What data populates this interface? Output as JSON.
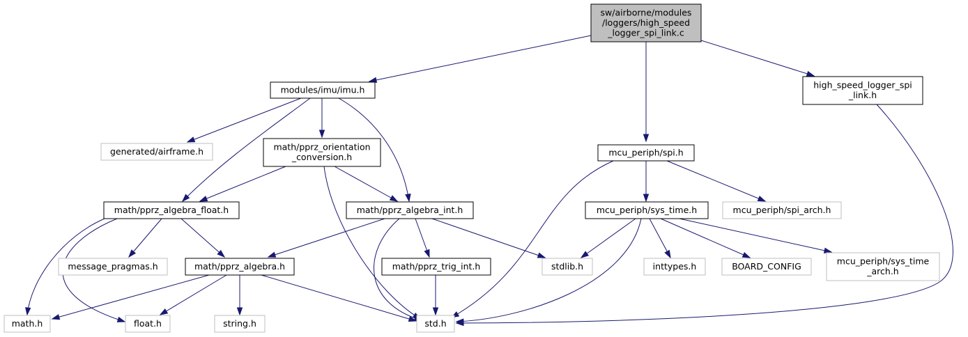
{
  "colors": {
    "edge": "#191970",
    "root_fill": "#bfbfbf",
    "root_stroke": "#000000",
    "local_stroke": "#000000",
    "external_stroke": "#bfbfbf",
    "node_fill": "#ffffff"
  },
  "nodes": [
    {
      "id": "root",
      "name": "node-root-high-speed-logger-spi-link-c",
      "kind": "root",
      "lines": [
        "sw/airborne/modules",
        "/loggers/high_speed",
        "_logger_spi_link.c"
      ]
    },
    {
      "id": "imu",
      "name": "node-modules-imu-imu-h",
      "kind": "local",
      "lines": [
        "modules/imu/imu.h"
      ]
    },
    {
      "id": "spi",
      "name": "node-mcu-periph-spi-h",
      "kind": "local",
      "lines": [
        "mcu_periph/spi.h"
      ]
    },
    {
      "id": "hsl",
      "name": "node-high-speed-logger-spi-link-h",
      "kind": "local",
      "lines": [
        "high_speed_logger_spi",
        "_link.h"
      ]
    },
    {
      "id": "airframe",
      "name": "node-generated-airframe-h",
      "kind": "external",
      "lines": [
        "generated/airframe.h"
      ]
    },
    {
      "id": "orient",
      "name": "node-math-pprz-orientation-conversion-h",
      "kind": "local",
      "lines": [
        "math/pprz_orientation",
        "_conversion.h"
      ]
    },
    {
      "id": "algfloat",
      "name": "node-math-pprz-algebra-float-h",
      "kind": "local",
      "lines": [
        "math/pprz_algebra_float.h"
      ]
    },
    {
      "id": "algint",
      "name": "node-math-pprz-algebra-int-h",
      "kind": "local",
      "lines": [
        "math/pprz_algebra_int.h"
      ]
    },
    {
      "id": "systime",
      "name": "node-mcu-periph-sys-time-h",
      "kind": "local",
      "lines": [
        "mcu_periph/sys_time.h"
      ]
    },
    {
      "id": "spiarch",
      "name": "node-mcu-periph-spi-arch-h",
      "kind": "external",
      "lines": [
        "mcu_periph/spi_arch.h"
      ]
    },
    {
      "id": "msgprag",
      "name": "node-message-pragmas-h",
      "kind": "external",
      "lines": [
        "message_pragmas.h"
      ]
    },
    {
      "id": "alg",
      "name": "node-math-pprz-algebra-h",
      "kind": "local",
      "lines": [
        "math/pprz_algebra.h"
      ]
    },
    {
      "id": "trig",
      "name": "node-math-pprz-trig-int-h",
      "kind": "local",
      "lines": [
        "math/pprz_trig_int.h"
      ]
    },
    {
      "id": "stdlib",
      "name": "node-stdlib-h",
      "kind": "external",
      "lines": [
        "stdlib.h"
      ]
    },
    {
      "id": "inttypes",
      "name": "node-inttypes-h",
      "kind": "external",
      "lines": [
        "inttypes.h"
      ]
    },
    {
      "id": "board",
      "name": "node-board-config",
      "kind": "external",
      "lines": [
        "BOARD_CONFIG"
      ]
    },
    {
      "id": "systimearch",
      "name": "node-mcu-periph-sys-time-arch-h",
      "kind": "external",
      "lines": [
        "mcu_periph/sys_time",
        "_arch.h"
      ]
    },
    {
      "id": "math",
      "name": "node-math-h",
      "kind": "external",
      "lines": [
        "math.h"
      ]
    },
    {
      "id": "float",
      "name": "node-float-h",
      "kind": "external",
      "lines": [
        "float.h"
      ]
    },
    {
      "id": "string",
      "name": "node-string-h",
      "kind": "external",
      "lines": [
        "string.h"
      ]
    },
    {
      "id": "std",
      "name": "node-std-h",
      "kind": "external",
      "lines": [
        "std.h"
      ]
    }
  ],
  "edges": [
    {
      "id": "root-imu",
      "from": "root",
      "to": "imu"
    },
    {
      "id": "root-spi",
      "from": "root",
      "to": "spi"
    },
    {
      "id": "root-hsl",
      "from": "root",
      "to": "hsl"
    },
    {
      "id": "imu-airframe",
      "from": "imu",
      "to": "airframe"
    },
    {
      "id": "imu-algfloat",
      "from": "imu",
      "to": "algfloat"
    },
    {
      "id": "imu-orient",
      "from": "imu",
      "to": "orient"
    },
    {
      "id": "imu-algint",
      "from": "imu",
      "to": "algint"
    },
    {
      "id": "orient-algfloat",
      "from": "orient",
      "to": "algfloat"
    },
    {
      "id": "orient-algint",
      "from": "orient",
      "to": "algint"
    },
    {
      "id": "orient-std",
      "from": "orient",
      "to": "std"
    },
    {
      "id": "algfloat-math",
      "from": "algfloat",
      "to": "math"
    },
    {
      "id": "algfloat-float",
      "from": "algfloat",
      "to": "float"
    },
    {
      "id": "algfloat-msgprag",
      "from": "algfloat",
      "to": "msgprag"
    },
    {
      "id": "algfloat-alg",
      "from": "algfloat",
      "to": "alg"
    },
    {
      "id": "algint-alg",
      "from": "algint",
      "to": "alg"
    },
    {
      "id": "algint-std",
      "from": "algint",
      "to": "std"
    },
    {
      "id": "algint-trig",
      "from": "algint",
      "to": "trig"
    },
    {
      "id": "algint-stdlib",
      "from": "algint",
      "to": "stdlib"
    },
    {
      "id": "alg-math",
      "from": "alg",
      "to": "math"
    },
    {
      "id": "alg-float",
      "from": "alg",
      "to": "float"
    },
    {
      "id": "alg-string",
      "from": "alg",
      "to": "string"
    },
    {
      "id": "alg-std",
      "from": "alg",
      "to": "std"
    },
    {
      "id": "trig-std",
      "from": "trig",
      "to": "std"
    },
    {
      "id": "spi-std",
      "from": "spi",
      "to": "std"
    },
    {
      "id": "spi-systime",
      "from": "spi",
      "to": "systime"
    },
    {
      "id": "spi-spiarch",
      "from": "spi",
      "to": "spiarch"
    },
    {
      "id": "systime-stdlib",
      "from": "systime",
      "to": "stdlib"
    },
    {
      "id": "systime-std",
      "from": "systime",
      "to": "std"
    },
    {
      "id": "systime-inttypes",
      "from": "systime",
      "to": "inttypes"
    },
    {
      "id": "systime-board",
      "from": "systime",
      "to": "board"
    },
    {
      "id": "systime-systimearch",
      "from": "systime",
      "to": "systimearch"
    },
    {
      "id": "hsl-std",
      "from": "hsl",
      "to": "std"
    }
  ]
}
